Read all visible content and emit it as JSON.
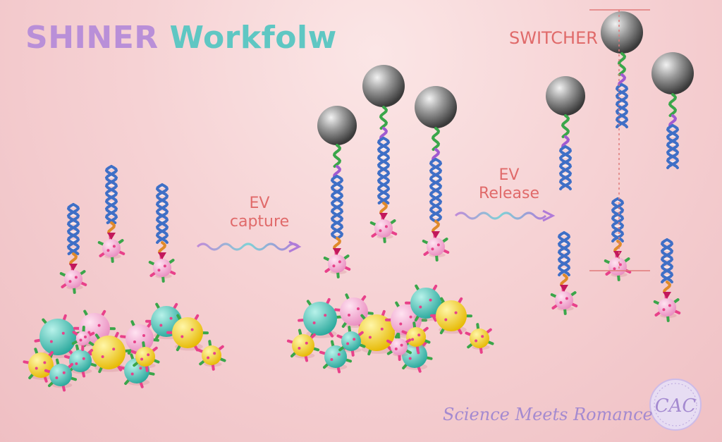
{
  "title": {
    "part1": "SHINER",
    "part2": " Workfolw"
  },
  "labels": {
    "capture_line1": "EV",
    "capture_line2": "capture",
    "release_line1": "EV",
    "release_line2": "Release",
    "switcher": "SWITCHER"
  },
  "footer": {
    "brand": "Science Meets Romance",
    "logo_text": "CAC"
  },
  "colors": {
    "title_pink": "#b98fd8",
    "title_teal": "#5fc7c3",
    "label_red": "#e06a6a",
    "dna_blue": "#3f6fc6",
    "linker_green": "#3aa64a",
    "linker_purple": "#a05ad0",
    "linker_orange": "#e08a2a",
    "ev_pink": "#f2a7d0",
    "ev_teal": "#3fc2b6",
    "ev_yellow": "#f4d21c"
  }
}
